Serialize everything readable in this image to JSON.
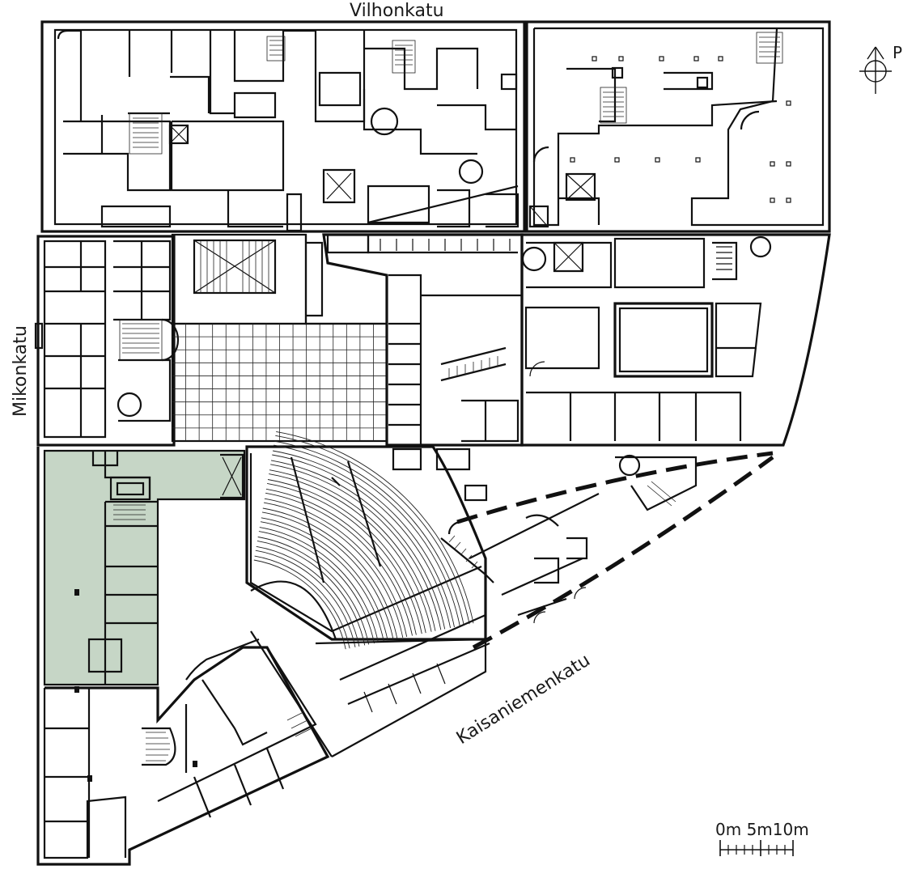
{
  "streets": {
    "north": "Vilhonkatu",
    "west": "Mikonkatu",
    "south": "Kaisaniemenkatu"
  },
  "compass": {
    "label": "P"
  },
  "scale_bar": {
    "label": "0m 5m10m"
  },
  "colors": {
    "highlight": "#c6d6c6",
    "line": "#111111",
    "background": "#ffffff"
  }
}
